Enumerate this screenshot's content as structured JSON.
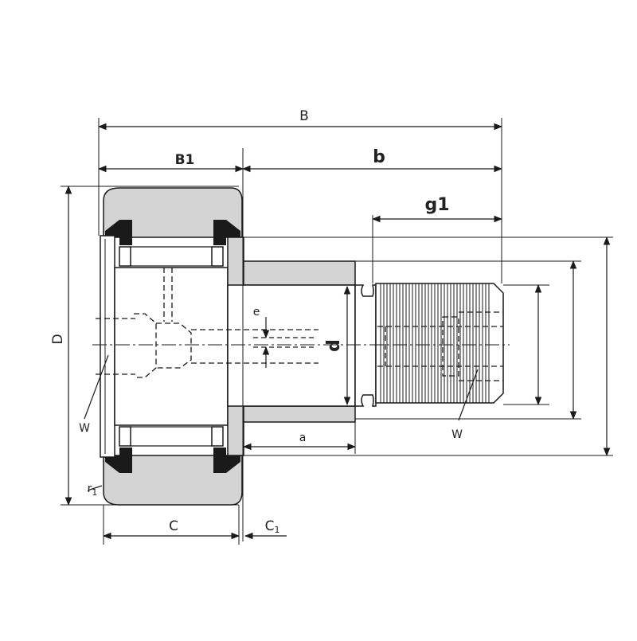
{
  "labels": {
    "B": "B",
    "B1": "B1",
    "b": "b",
    "g1": "g1",
    "D": "D",
    "d": "d",
    "e": "e",
    "a": "a",
    "C": "C",
    "C1_main": "C",
    "C1_sub": "1",
    "r1_main": "r",
    "r1_sub": "1",
    "W_left": "W",
    "W_right": "W"
  },
  "colors": {
    "line": "#1a1a1a",
    "roller_fill": "#d4d4d4",
    "seal_fill": "#1a1a1a",
    "body_fill": "#ffffff"
  }
}
